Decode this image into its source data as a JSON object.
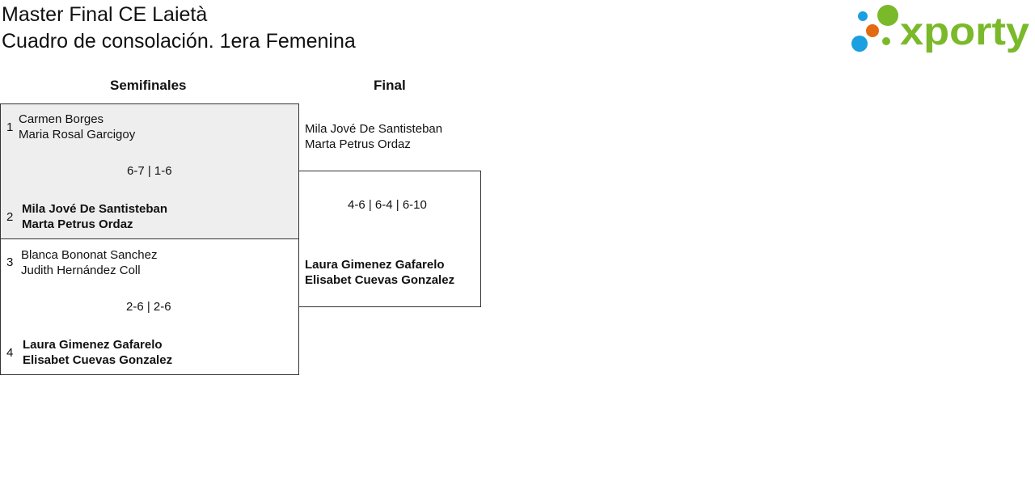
{
  "header": {
    "title_line1": "Master Final CE Laietà",
    "title_line2": "Cuadro de consolación. 1era Femenina",
    "logo_text": "xporty",
    "logo_colors": {
      "green": "#7ab929",
      "blue": "#1aa0e0",
      "orange": "#e36a12"
    }
  },
  "rounds": {
    "semis_label": "Semifinales",
    "final_label": "Final"
  },
  "semis": [
    {
      "seed_a": "1",
      "a1": "Carmen Borges",
      "a2": "Maria Rosal Garcigoy",
      "score": "6-7 | 1-6",
      "seed_b": "2",
      "b1": "Mila Jové De Santisteban",
      "b2": "Marta Petrus Ordaz"
    },
    {
      "seed_a": "3",
      "a1": "Blanca Bononat Sanchez",
      "a2": "Judith Hernández Coll",
      "score": "2-6 | 2-6",
      "seed_b": "4",
      "b1": "Laura Gimenez Gafarelo",
      "b2": "Elisabet Cuevas Gonzalez"
    }
  ],
  "final": {
    "a1": "Mila Jové De Santisteban",
    "a2": "Marta Petrus Ordaz",
    "score": "4-6 | 6-4 | 6-10",
    "b1": "Laura Gimenez Gafarelo",
    "b2": "Elisabet Cuevas Gonzalez"
  }
}
